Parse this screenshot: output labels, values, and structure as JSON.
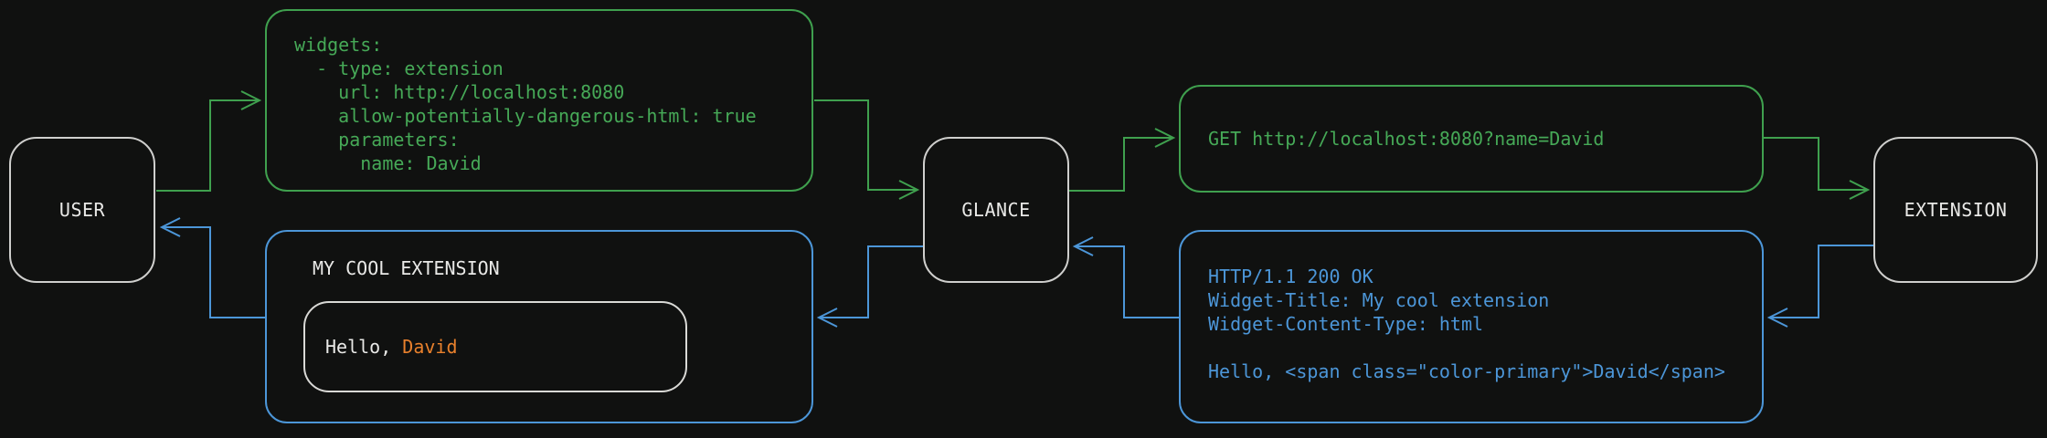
{
  "diagram": {
    "nodes": {
      "user": {
        "label": "USER"
      },
      "glance": {
        "label": "GLANCE"
      },
      "extension": {
        "label": "EXTENSION"
      }
    },
    "config_box": {
      "code": "widgets:\n  - type: extension\n    url: http://localhost:8080\n    allow-potentially-dangerous-html: true\n    parameters:\n      name: David"
    },
    "request_box": {
      "code": "GET http://localhost:8080?name=David"
    },
    "response_box": {
      "code": "HTTP/1.1 200 OK\nWidget-Title: My cool extension\nWidget-Content-Type: html\n\nHello, <span class=\"color-primary\">David</span>"
    },
    "widget_box": {
      "title": "MY COOL EXTENSION",
      "greeting_prefix": "Hello, ",
      "greeting_name": "David"
    },
    "colors": {
      "request_green": "#3fa04e",
      "request_text_green": "#46a957",
      "response_blue": "#4c96d8",
      "accent_orange": "#e8802c",
      "node_border": "#cfcfcd",
      "text_white": "#e9e9e7",
      "background": "#101110"
    }
  }
}
